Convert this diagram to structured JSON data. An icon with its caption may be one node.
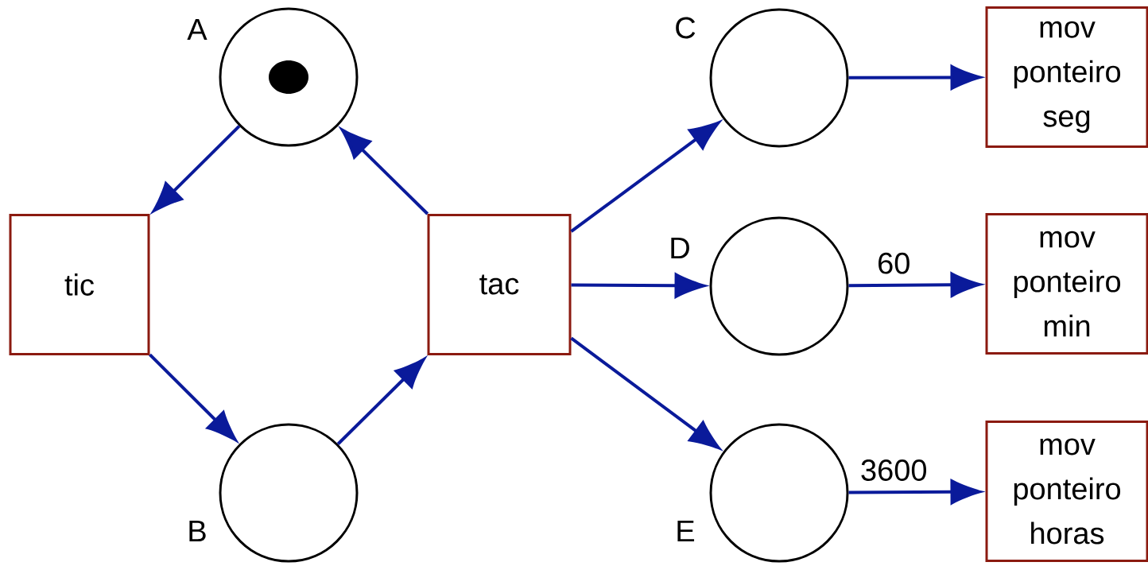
{
  "diagram": {
    "nodes": [
      {
        "text": [],
        "shape": "circle",
        "beside": [
          "A"
        ]
      },
      {
        "text": [],
        "shape": "dot",
        "in": 0
      },
      {
        "text": [
          "tic"
        ]
      },
      {
        "text": [
          "tac"
        ]
      },
      {
        "text": [],
        "shape": "circle",
        "beside": [
          "B"
        ]
      },
      {
        "text": [],
        "shape": "circle",
        "beside": [
          "C"
        ]
      },
      {
        "text": [],
        "shape": "circle",
        "beside": [
          "D"
        ]
      },
      {
        "text": [],
        "shape": "circle",
        "beside": [
          "E"
        ]
      },
      {
        "text": [
          "mov ponteiro seg"
        ]
      },
      {
        "text": [
          "mov ponteiro min"
        ]
      },
      {
        "text": [
          "mov ponteiro horas"
        ]
      }
    ],
    "edges": [
      {
        "from": 0,
        "to": 2,
        "arrow": "to"
      },
      {
        "from": 2,
        "to": 4,
        "arrow": "to"
      },
      {
        "from": 4,
        "to": 3,
        "arrow": "to"
      },
      {
        "from": 3,
        "to": 0,
        "arrow": "to"
      },
      {
        "from": 3,
        "to": 5,
        "arrow": "to"
      },
      {
        "from": 3,
        "to": 6,
        "arrow": "to"
      },
      {
        "from": 3,
        "to": 7,
        "arrow": "to"
      },
      {
        "from": 5,
        "to": 8,
        "arrow": "to"
      },
      {
        "from": 6,
        "to": 9,
        "arrow": "to",
        "label": "60"
      },
      {
        "from": 7,
        "to": 10,
        "arrow": "to",
        "label": "3600"
      }
    ]
  }
}
